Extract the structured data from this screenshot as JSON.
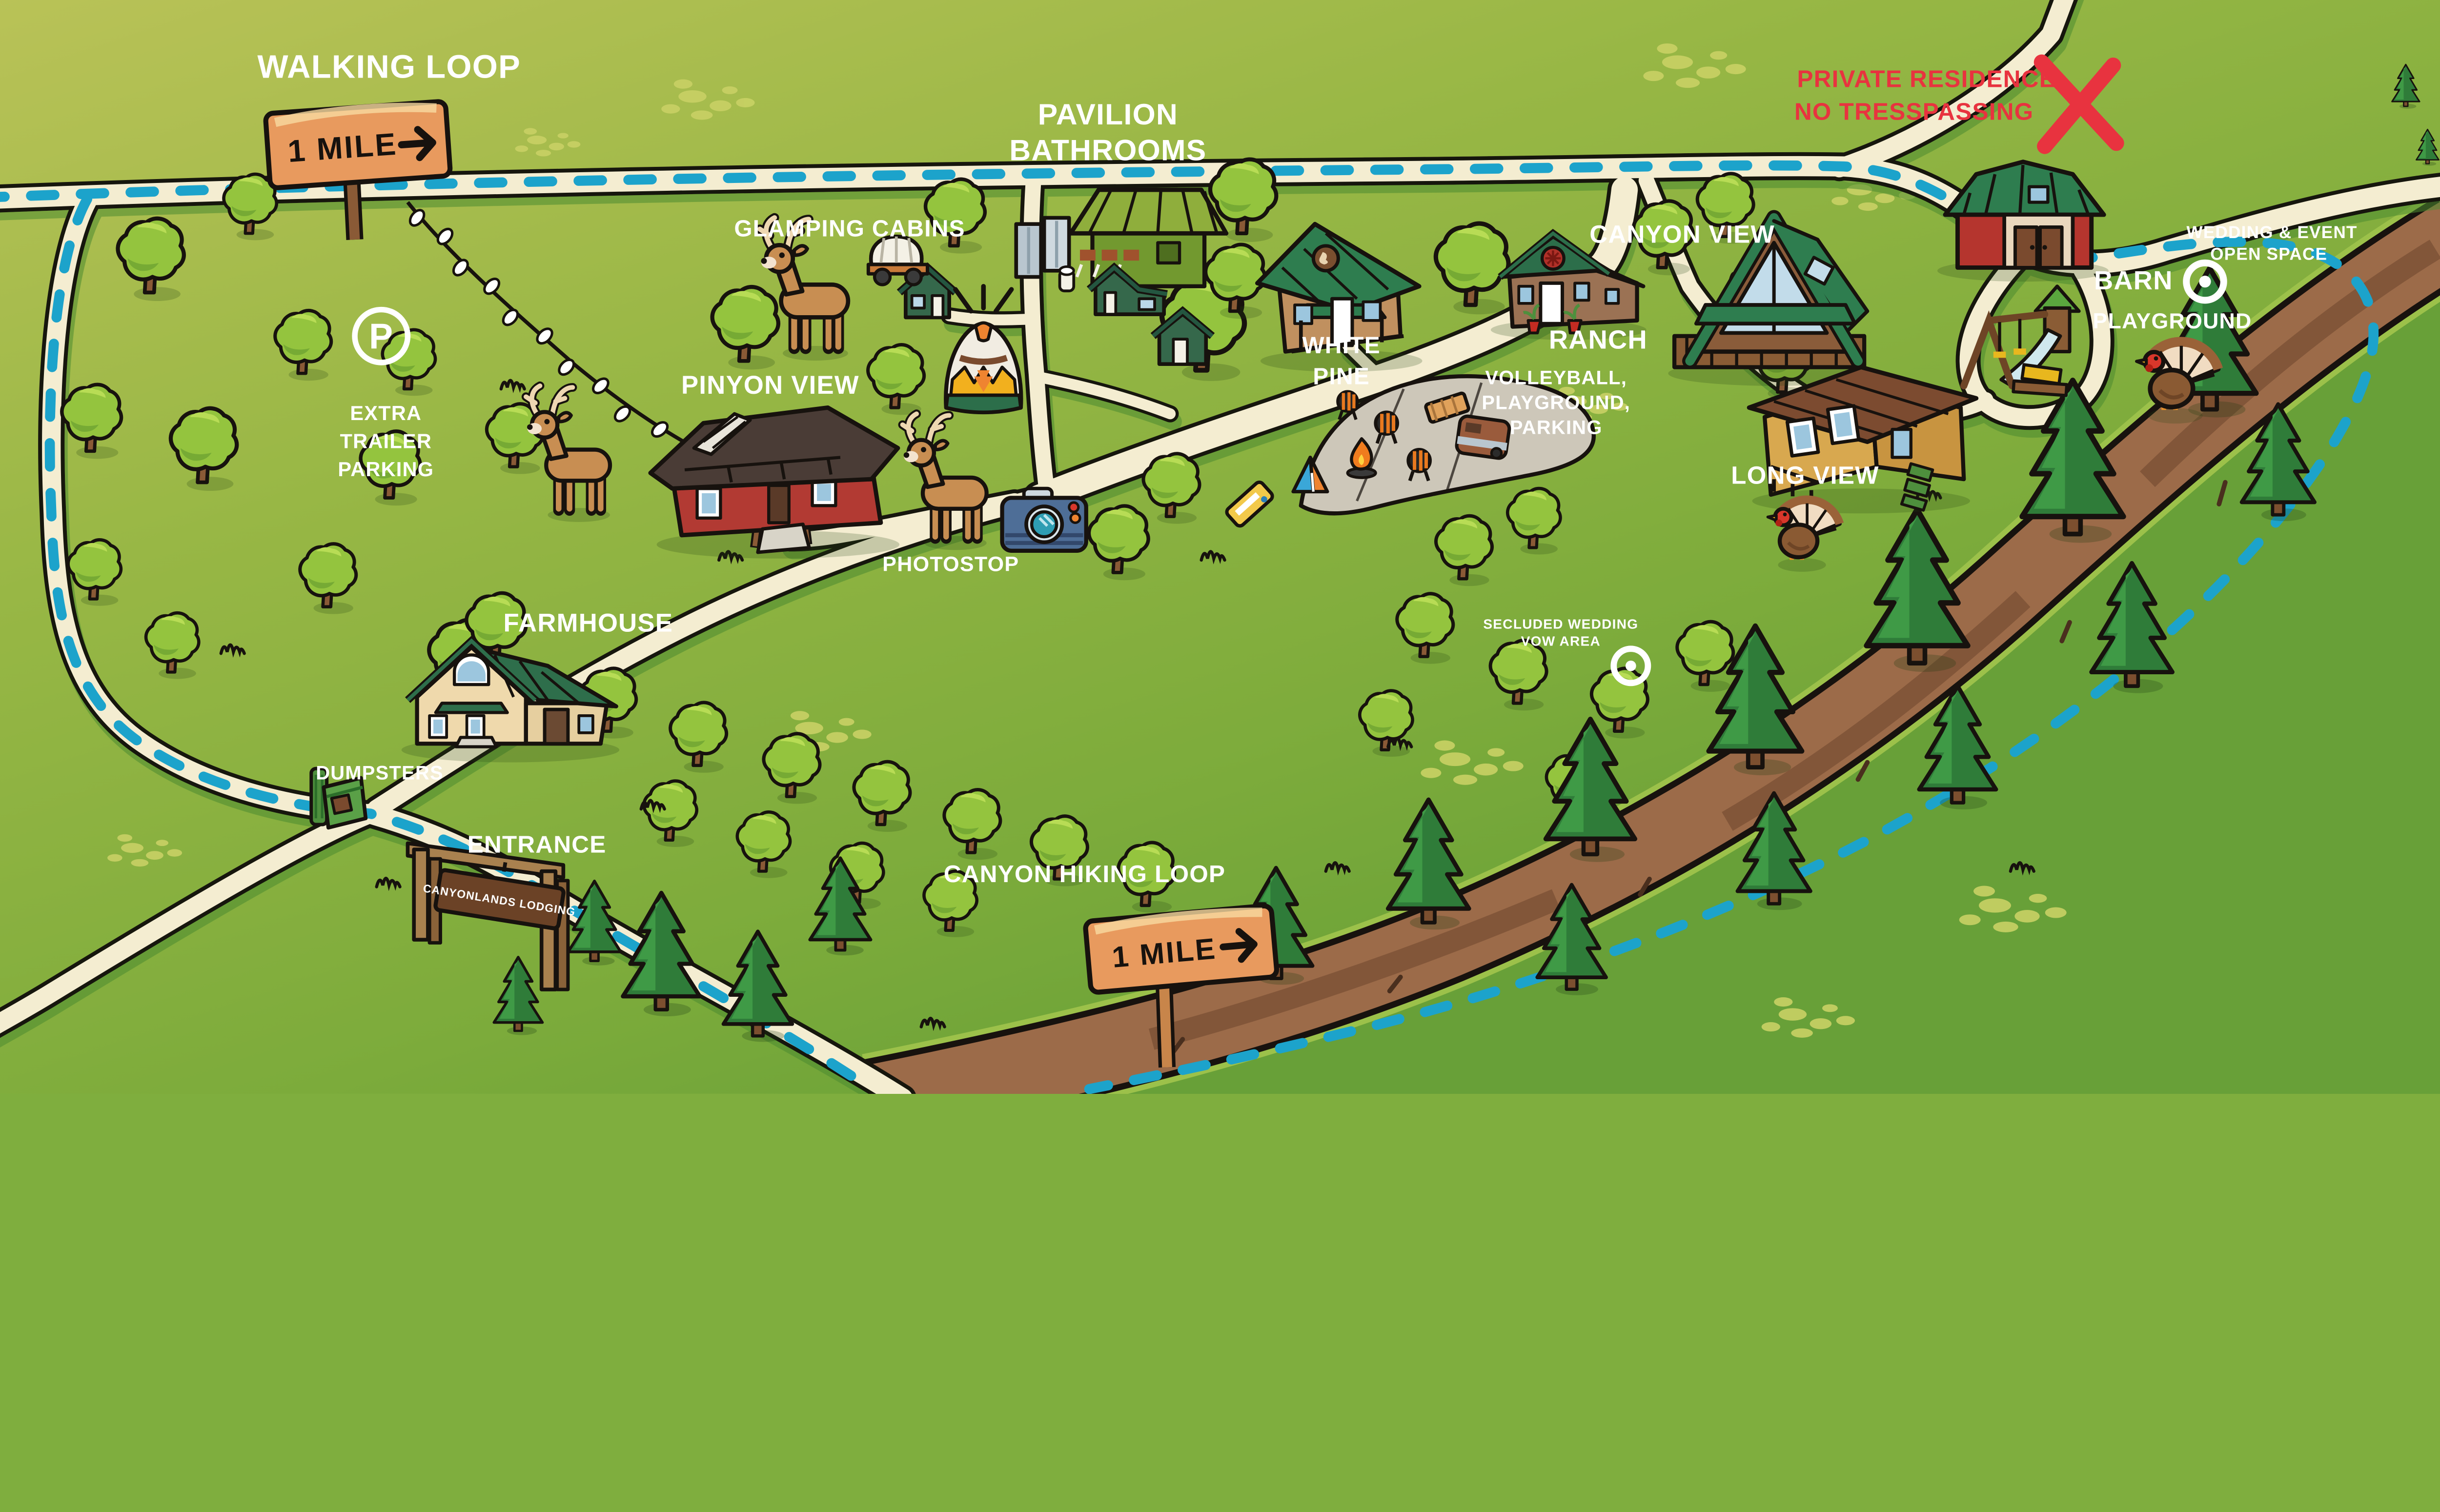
{
  "map": {
    "resort_name": "CANYONLANDS LODGING",
    "labels": {
      "walking_loop": "WALKING LOOP",
      "pavilion_line1": "PAVILION",
      "pavilion_line2": "BATHROOMS",
      "glamping_cabins": "GLAMPING CABINS",
      "private_residence_line1": "PRIVATE RESIDENCE",
      "private_residence_line2": "NO TRESSPASSING",
      "canyon_view": "CANYON VIEW",
      "white_pine_line1": "WHITE",
      "white_pine_line2": "PINE",
      "ranch": "RANCH",
      "amenities_line1": "VOLLEYBALL,",
      "amenities_line2": "PLAYGROUND,",
      "amenities_line3": "PARKING",
      "long_view": "LONG VIEW",
      "barn": "BARN",
      "wedding_line1": "WEDDING & EVENT",
      "wedding_line2": "OPEN SPACE",
      "playground": "PLAYGROUND",
      "pinyon_view": "PINYON VIEW",
      "photostop": "PHOTOSTOP",
      "parking_symbol": "P",
      "extra_trailer_line1": "EXTRA",
      "extra_trailer_line2": "TRAILER",
      "extra_trailer_line3": "PARKING",
      "farmhouse": "FARMHOUSE",
      "dumpsters": "DUMPSTERS",
      "entrance": "ENTRANCE",
      "canyon_hiking_loop": "CANYON HIKING LOOP",
      "secluded_wedding_line1": "SECLUDED WEDDING",
      "secluded_wedding_line2": "VOW AREA"
    },
    "signs": {
      "walking_loop_mile": "1 MILE",
      "canyon_loop_mile": "1 MILE",
      "entrance_gate": "CANYONLANDS LODGING"
    }
  },
  "colors": {
    "label-white": "#ffffff",
    "warning-red": "#e8333f",
    "trail-blue": "#1ca3cb",
    "road-cream": "#f4edd1",
    "outline-black": "#17120e",
    "grass-light": "#b9c257",
    "grass-mid": "#8db13f",
    "grass-dark": "#5f9b35",
    "grass-far": "#68a038",
    "canyon-brown": "#9c6b49",
    "canyon-rim": "#9cc14a",
    "lot-gray": "#cdc7b9",
    "tree-green": "#94c43e",
    "pine-green": "#2f7c39",
    "sign-wood": "#e89a5e",
    "barn-red": "#b5352e"
  }
}
